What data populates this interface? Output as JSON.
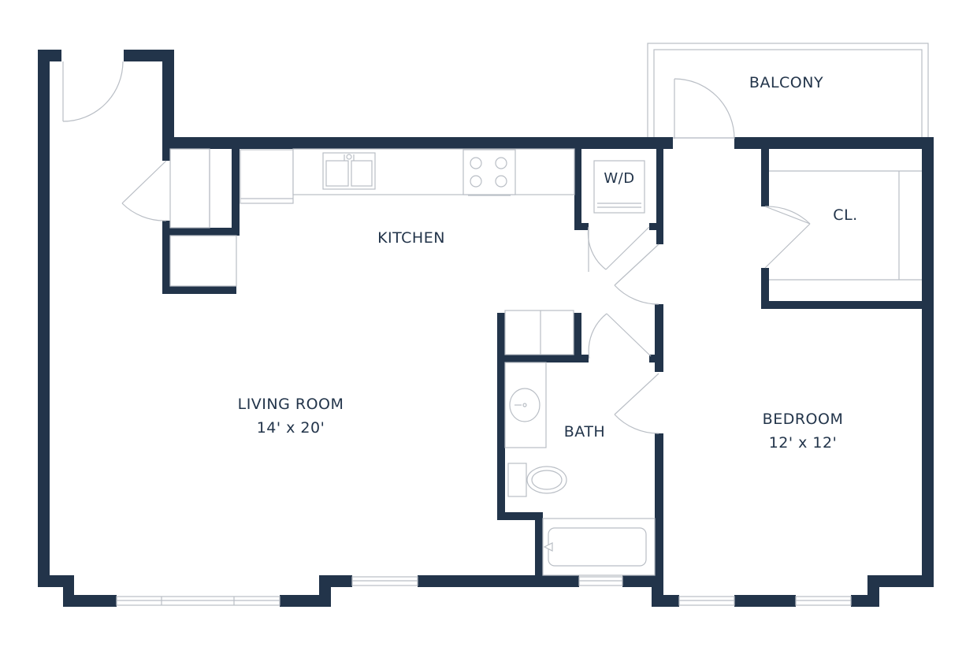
{
  "colors": {
    "wall": "#22344a",
    "thin_line": "#b9bec5",
    "text": "#22344a",
    "background": "#ffffff"
  },
  "rooms": {
    "balcony": {
      "name": "BALCONY"
    },
    "kitchen": {
      "name": "KITCHEN"
    },
    "washer_dryer": {
      "name": "W/D"
    },
    "closet": {
      "name": "CL."
    },
    "living_room": {
      "name": "LIVING ROOM",
      "size": "14' x 20'"
    },
    "bath": {
      "name": "BATH"
    },
    "bedroom": {
      "name": "BEDROOM",
      "size": "12' x 12'"
    }
  }
}
